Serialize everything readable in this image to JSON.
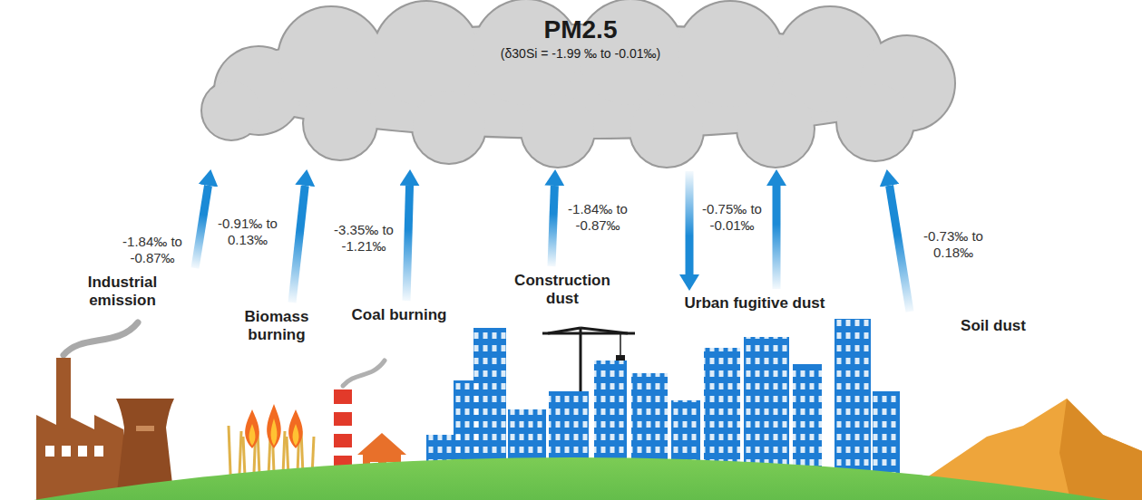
{
  "diagram": {
    "nodes": [
      {
        "text": [
          "PM2.5",
          "(δ30Si = -1.99 ‰ to -0.01‰)"
        ]
      },
      {
        "text": [
          "Industrial emission"
        ]
      },
      {
        "text": [
          "Biomass burning"
        ]
      },
      {
        "text": [
          "Coal burning"
        ]
      },
      {
        "text": [
          "Construction dust"
        ]
      },
      {
        "text": [
          "Urban fugitive dust"
        ]
      },
      {
        "text": [
          "Soil dust"
        ]
      }
    ],
    "edges": [
      {
        "from": 1,
        "to": 0,
        "arrow": "to",
        "label": "-1.84‰ to -0.87‰"
      },
      {
        "from": 2,
        "to": 0,
        "arrow": "to",
        "label": "-0.91‰ to 0.13‰"
      },
      {
        "from": 3,
        "to": 0,
        "arrow": "to",
        "label": "-3.35‰ to -1.21‰"
      },
      {
        "from": 4,
        "to": 0,
        "arrow": "to",
        "label": "-1.84‰ to -0.87‰"
      },
      {
        "from": 0,
        "to": 5,
        "arrow": "to"
      },
      {
        "from": 5,
        "to": 0,
        "arrow": "to",
        "label": "-0.75‰ to -0.01‰"
      },
      {
        "from": 6,
        "to": 0,
        "arrow": "to",
        "label": "-0.73‰ to 0.18‰"
      }
    ]
  }
}
